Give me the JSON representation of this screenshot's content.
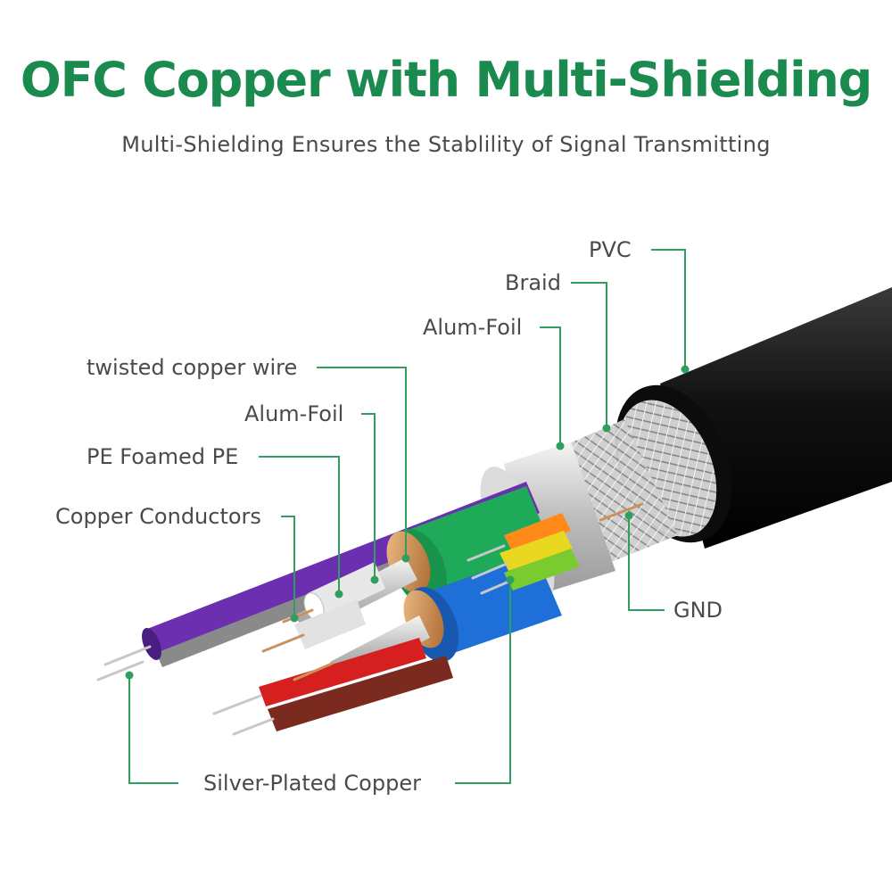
{
  "header": {
    "title": "OFC Copper with Multi-Shielding",
    "subtitle": "Multi-Shielding Ensures the Stablility of Signal Transmitting"
  },
  "labels": {
    "pvc": "PVC",
    "braid": "Braid",
    "outer_foil": "Alum-Foil",
    "twisted_wire": "twisted copper wire",
    "inner_foil": "Alum-Foil",
    "pe_foamed": "PE Foamed PE",
    "copper_conductors": "Copper Conductors",
    "gnd": "GND",
    "silver_plated": "Silver-Plated Copper"
  },
  "colors": {
    "accent": "#1a8a4e",
    "label_text": "#4a4a4a",
    "leader_line": "#2f9e5e",
    "jacket": "#151515",
    "purple": "#6b2fb0",
    "green": "#1faa5a",
    "blue": "#1f6fd8",
    "orange": "#ff8a1a",
    "yellow": "#e8d820",
    "lime": "#7acb2e",
    "red": "#d62020",
    "brown": "#7a2a1e",
    "copper": "#c98a4a"
  }
}
